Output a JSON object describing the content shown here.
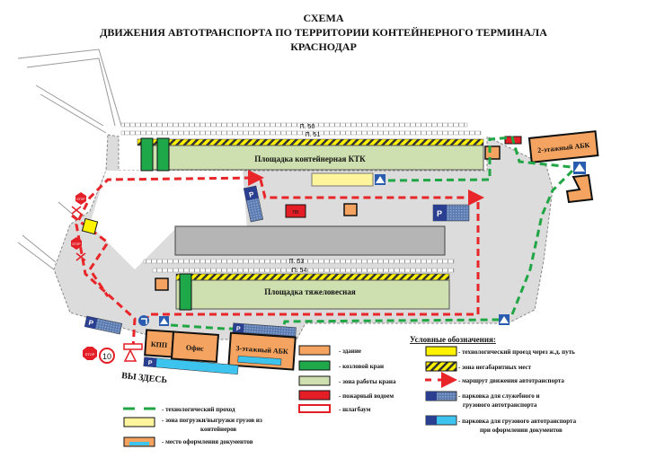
{
  "title": {
    "line1": "СХЕМА",
    "line2": "ДВИЖЕНИЯ АВТОТРАНСПОРТА ПО ТЕРРИТОРИИ КОНТЕЙНЕРНОГО ТЕРМИНАЛА",
    "line3": "КРАСНОДАР"
  },
  "map": {
    "tracks": [
      "П. 50",
      "П. 51",
      "П. 53",
      "П. 54"
    ],
    "container_platform": "Площадка контейнерная КТК",
    "heavy_platform": "Площадка тяжеловесная",
    "abk2": "2-этажный АБК",
    "abk3": "3-этажный АБК",
    "kpp": "КПП",
    "office": "Офис",
    "fire_pond_label": "ПВ",
    "parking_label": "P",
    "stop_sign": "STOP",
    "speed_limit": "10",
    "you_are_here": "ВЫ ЗДЕСЬ"
  },
  "legend": {
    "title": "Условные обозначения:",
    "building": "- здание",
    "gantry_crane": "- козловой кран",
    "crane_zone": "- зона работы крана",
    "fire_pond": "- пожарный водоем",
    "barrier": "- шлагбаум",
    "rail_crossing": "- технологический проезд через ж.д. путь",
    "oversize_zone": "- зона негабаритных мест",
    "route": "- маршрут движения автотранспорта",
    "parking_service_1": "- парковка для служебного и",
    "parking_service_2": "грузового автотранспорта",
    "parking_docs_1": "- парковка для грузового автотранспорта",
    "parking_docs_2": "при оформлении документов",
    "tech_passage": "- технологический проход",
    "loading_zone_1": "- зона погрузки/выгрузки грузов из",
    "loading_zone_2": "контейнеров",
    "docs_place": "- место оформления документов"
  },
  "colors": {
    "building": "#f4a460",
    "crane": "#1fa84a",
    "crane_zone": "#cfe0b0",
    "fire_pond": "#e41e26",
    "route": "#e8262a",
    "passage": "#21a645",
    "yellow": "#fff200",
    "parking_dark": "#2a3f8f",
    "parking_light": "#3cc4ee",
    "territory": "#dcdcdc"
  }
}
